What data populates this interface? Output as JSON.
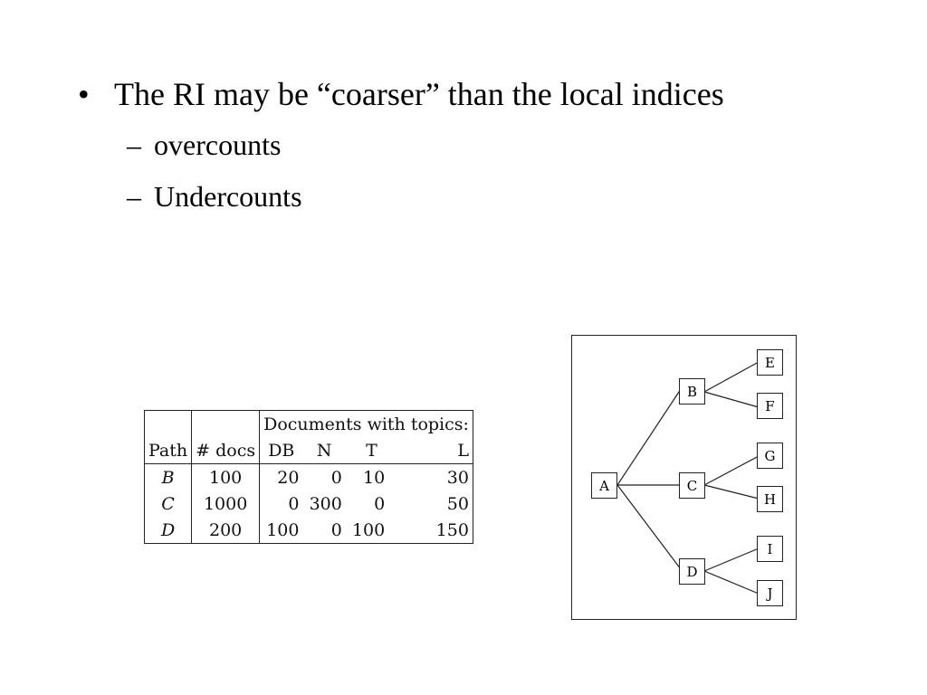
{
  "bullets": {
    "main": "The RI may be “coarser” than the local indices",
    "marker": "•",
    "sub_marker": "–",
    "subs": [
      "overcounts",
      "Undercounts"
    ]
  },
  "table": {
    "header_group": "Documents with topics:",
    "headers": [
      "Path",
      "# docs",
      "DB",
      "N",
      "T",
      "L"
    ],
    "rows": [
      [
        "B",
        "100",
        "20",
        "0",
        "10",
        "30"
      ],
      [
        "C",
        "1000",
        "0",
        "300",
        "0",
        "50"
      ],
      [
        "D",
        "200",
        "100",
        "0",
        "100",
        "150"
      ]
    ]
  },
  "tree": {
    "nodes": {
      "A": "A",
      "B": "B",
      "C": "C",
      "D": "D",
      "E": "E",
      "F": "F",
      "G": "G",
      "H": "H",
      "I": "I",
      "J": "J"
    }
  }
}
